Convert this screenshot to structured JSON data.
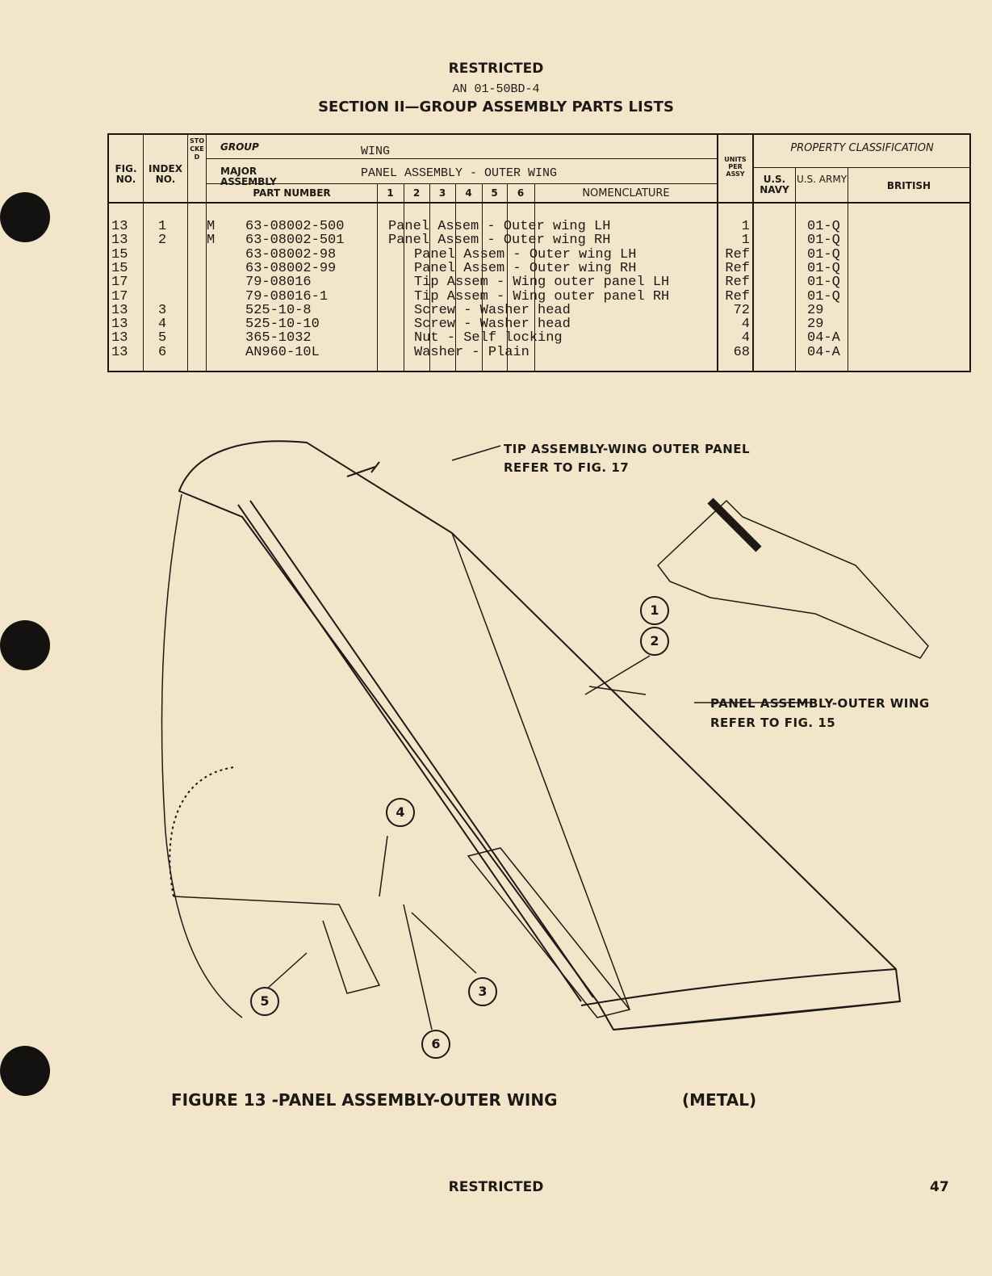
{
  "header": {
    "restricted": "RESTRICTED",
    "doc_number": "AN 01-50BD-4",
    "section_title": "SECTION II—GROUP ASSEMBLY PARTS LISTS"
  },
  "table": {
    "headers": {
      "fig_no": "FIG. NO.",
      "index_no": "INDEX NO.",
      "stocked": "STOCKED",
      "group_label": "GROUP",
      "group_value": "WING",
      "major_label": "MAJOR ASSEMBLY",
      "major_value": "PANEL ASSEMBLY - OUTER WING",
      "part_number": "PART NUMBER",
      "indent_cols": [
        "1",
        "2",
        "3",
        "4",
        "5",
        "6"
      ],
      "nomenclature": "NOMENCLATURE",
      "units": "UNITS PER ASSY",
      "property": "PROPERTY CLASSIFICATION",
      "navy": "U.S. NAVY",
      "army": "U.S. ARMY",
      "british": "BRITISH"
    },
    "rows": [
      {
        "fig": "13",
        "index": "1",
        "stocked": "M",
        "part": "63-08002-500",
        "indent": 1,
        "nomenclature": "Panel Assem - Outer wing LH",
        "units": "1",
        "navy": "",
        "army": "01-Q",
        "british": ""
      },
      {
        "fig": "13",
        "index": "2",
        "stocked": "M",
        "part": "63-08002-501",
        "indent": 1,
        "nomenclature": "Panel Assem - Outer wing RH",
        "units": "1",
        "navy": "",
        "army": "01-Q",
        "british": ""
      },
      {
        "fig": "15",
        "index": "",
        "stocked": "",
        "part": "63-08002-98",
        "indent": 2,
        "nomenclature": "Panel Assem - Outer wing LH",
        "units": "Ref",
        "navy": "",
        "army": "01-Q",
        "british": ""
      },
      {
        "fig": "15",
        "index": "",
        "stocked": "",
        "part": "63-08002-99",
        "indent": 2,
        "nomenclature": "Panel Assem - Outer wing RH",
        "units": "Ref",
        "navy": "",
        "army": "01-Q",
        "british": ""
      },
      {
        "fig": "17",
        "index": "",
        "stocked": "",
        "part": "79-08016",
        "indent": 2,
        "nomenclature": "Tip Assem - Wing outer panel LH",
        "units": "Ref",
        "navy": "",
        "army": "01-Q",
        "british": ""
      },
      {
        "fig": "17",
        "index": "",
        "stocked": "",
        "part": "79-08016-1",
        "indent": 2,
        "nomenclature": "Tip Assem - Wing outer panel RH",
        "units": "Ref",
        "navy": "",
        "army": "01-Q",
        "british": ""
      },
      {
        "fig": "13",
        "index": "3",
        "stocked": "",
        "part": "525-10-8",
        "indent": 2,
        "nomenclature": "Screw - Washer head",
        "units": "72",
        "navy": "",
        "army": "29",
        "british": ""
      },
      {
        "fig": "13",
        "index": "4",
        "stocked": "",
        "part": "525-10-10",
        "indent": 2,
        "nomenclature": "Screw - Washer head",
        "units": "4",
        "navy": "",
        "army": "29",
        "british": ""
      },
      {
        "fig": "13",
        "index": "5",
        "stocked": "",
        "part": "365-1032",
        "indent": 2,
        "nomenclature": "Nut - Self locking",
        "units": "4",
        "navy": "",
        "army": "04-A",
        "british": ""
      },
      {
        "fig": "13",
        "index": "6",
        "stocked": "",
        "part": "AN960-10L",
        "indent": 2,
        "nomenclature": "Washer - Plain",
        "units": "68",
        "navy": "",
        "army": "04-A",
        "british": ""
      }
    ]
  },
  "figure": {
    "callout_tip_1": "TIP ASSEMBLY-WING OUTER PANEL",
    "callout_tip_2": "REFER TO FIG. 17",
    "callout_panel_1": "PANEL ASSEMBLY-OUTER WING",
    "callout_panel_2": "REFER TO FIG. 15",
    "bubbles": [
      "1",
      "2",
      "3",
      "4",
      "5",
      "6"
    ],
    "caption": "FIGURE 13 -PANEL ASSEMBLY-OUTER WING",
    "caption_material": "(METAL)"
  },
  "footer": {
    "restricted": "RESTRICTED",
    "page_number": "47"
  }
}
